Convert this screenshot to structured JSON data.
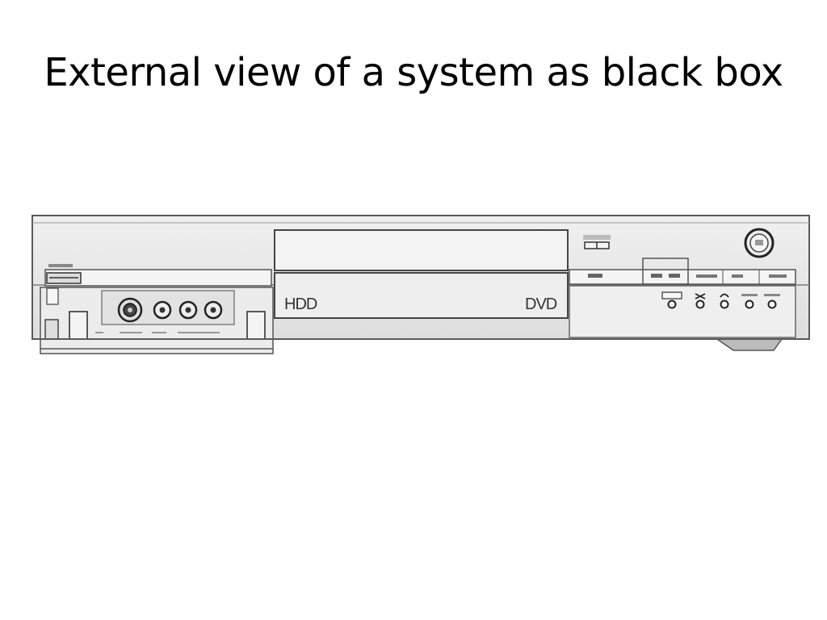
{
  "slide": {
    "title": "External view of a system as black box"
  },
  "device": {
    "label_hdd": "HDD",
    "label_dvd": "DVD",
    "colors": {
      "body": "#e9e9e9",
      "panel": "#f2f2f2",
      "outline": "#5a5a5a",
      "dark": "#222222"
    }
  }
}
